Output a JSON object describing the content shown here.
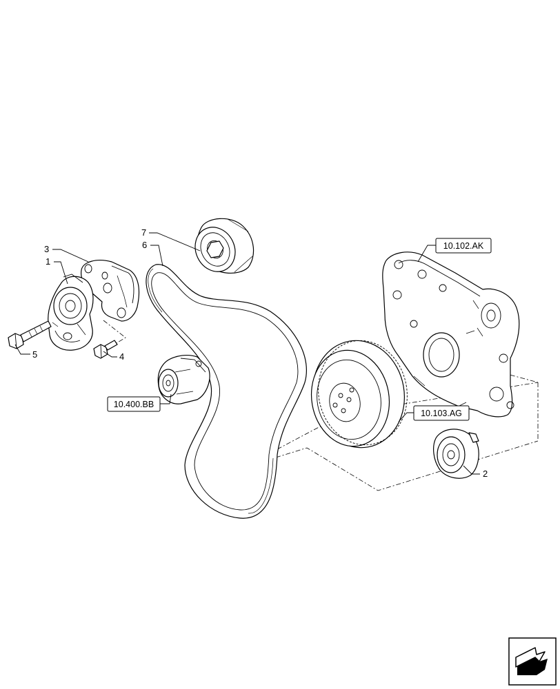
{
  "callouts": {
    "c1": "1",
    "c2": "2",
    "c3": "3",
    "c4": "4",
    "c5": "5",
    "c6": "6",
    "c7": "7"
  },
  "references": {
    "ref_crankcase_cover": "10.102.AK",
    "ref_pulley_damper": "10.103.AG",
    "ref_water_pump": "10.400.BB"
  },
  "icons": {
    "nav": "navigation-arrow-icon"
  }
}
